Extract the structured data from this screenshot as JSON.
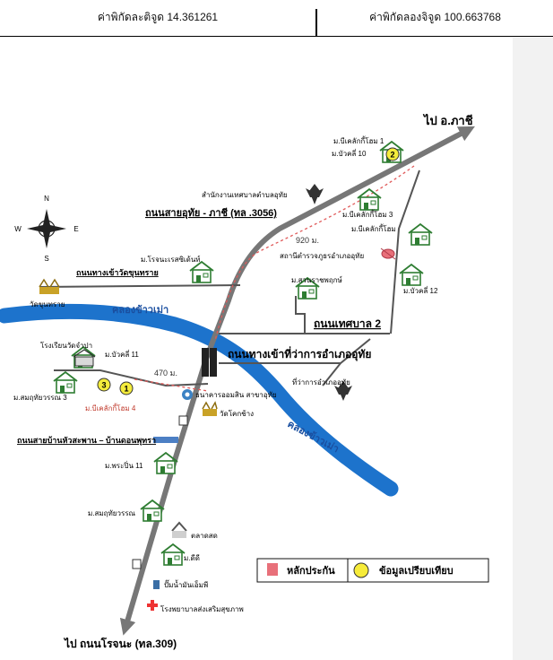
{
  "header": {
    "latitude": "ค่าพิกัดละติจูด 14.361261",
    "longitude": "ค่าพิกัดลองจิจูด 100.663768"
  },
  "compass": {
    "n": "N",
    "s": "S",
    "e": "E",
    "w": "W"
  },
  "map": {
    "to_phachi": "ไป อ.ภาชี",
    "to_rojana": "ไป ถนนโรจนะ (ทล.309)",
    "road_uthai_phachi": "ถนนสายอุทัย - ภาชี (ทล .3056)",
    "road_to_wat_khun_sai": "ถนนทางเข้าวัดขุนทราย",
    "road_tessaban2": "ถนนเทศบาล 2",
    "road_to_district_office": "ถนนทางเข้าที่ว่าการอำเภออุทัย",
    "road_ban_hua_saphan": "ถนนสายบ้านหัวสะพาน – บ้านดอนพุทรา",
    "canal_1": "คลองข้าวเม่า",
    "canal_2": "คลองข้าวเม่า",
    "distance_920": "920 ม.",
    "distance_470": "470 ม.",
    "village_bua_khli_1": "ม.บีเคลักกี้โฮม 1",
    "village_bua_khli_10": "ม.บัวคลี่ 10",
    "village_bua_khli_3": "ม.บีเคลักกี้โฮม 3",
    "village_bua_khli_home": "ม.บีเคลักกี้โฮม",
    "village_bua_khli_12": "ม.บัวคลี่ 12",
    "village_suan_ratchaphruek": "ม.สวนราชพฤกษ์",
    "village_rojana_residence": "ม.โรจนะเรสซิเด้นท์",
    "village_bua_khli_11": "ม.บัวคลี่ 11",
    "village_somruethai_3": "ม.สมฤทัยวรรณ 3",
    "village_bua_khli_home_4": "ม.บีเคลักกี้โฮม 4",
    "village_prapin_11": "ม.พระปิ่น 11",
    "village_somruethai": "ม.สมฤทัยวรรณ",
    "village_dee_dee": "ม.ดีดี",
    "office_tambon": "สำนักงานเทศบาลตำบลอุทัย",
    "police_station": "สถานีตำรวจภูธรอำเภออุทัย",
    "district_office": "ที่ว่าการอำเภออุทัย",
    "wat_khun_sai": "วัดขุนทราย",
    "school": "โรงเรียนวัดจำปา",
    "bank": "ธนาคารออมสิน สาขาอุทัย",
    "wat_khok_chang": "วัดโคกช้าง",
    "market": "ตลาดสด",
    "gas_station": "ปั๊มน้ำมันเอ็มพี",
    "hospital": "โรงพยาบาลส่งเสริมสุขภาพ",
    "marker_1": "1",
    "marker_2": "2",
    "marker_3": "3"
  },
  "legend": {
    "evidence_label": "หลักประกัน",
    "comparison_label": "ข้อมูลเปรียบเทียบ",
    "evidence_color": "#e8707a",
    "comparison_color": "#f7ec3a"
  },
  "colors": {
    "road": "#7a7a7a",
    "canal": "#1d73cc",
    "marker": "#f4ec3c",
    "dotted_route": "#e05a5a"
  }
}
